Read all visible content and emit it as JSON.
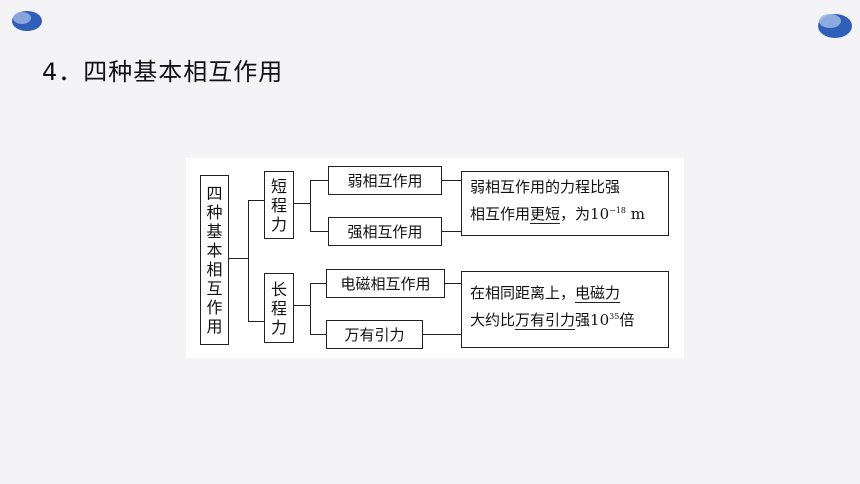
{
  "title": "4．四种基本相互作用",
  "diagram": {
    "root_chars": [
      "四",
      "种",
      "基",
      "本",
      "相",
      "互",
      "作",
      "用"
    ],
    "short_range_chars": [
      "短",
      "程",
      "力"
    ],
    "long_range_chars": [
      "长",
      "程",
      "力"
    ],
    "weak": "弱相互作用",
    "strong": "强相互作用",
    "em": "电磁相互作用",
    "gravity": "万有引力",
    "note1": {
      "line1": "弱相互作用的力程比强",
      "line2_a": "相互作用",
      "line2_b": "更短",
      "line2_c": "，为10",
      "exp": "−18",
      "unit": " m"
    },
    "note2": {
      "line1_a": "在相同距离上，",
      "line1_b": "电磁力",
      "line2_a": "大约比",
      "line2_b": "万有引力",
      "line2_c": "强10",
      "exp": "35",
      "line2_d": "倍"
    }
  },
  "colors": {
    "blob_dark": "#2f5fb8",
    "blob_light": "#9fb8e6"
  }
}
